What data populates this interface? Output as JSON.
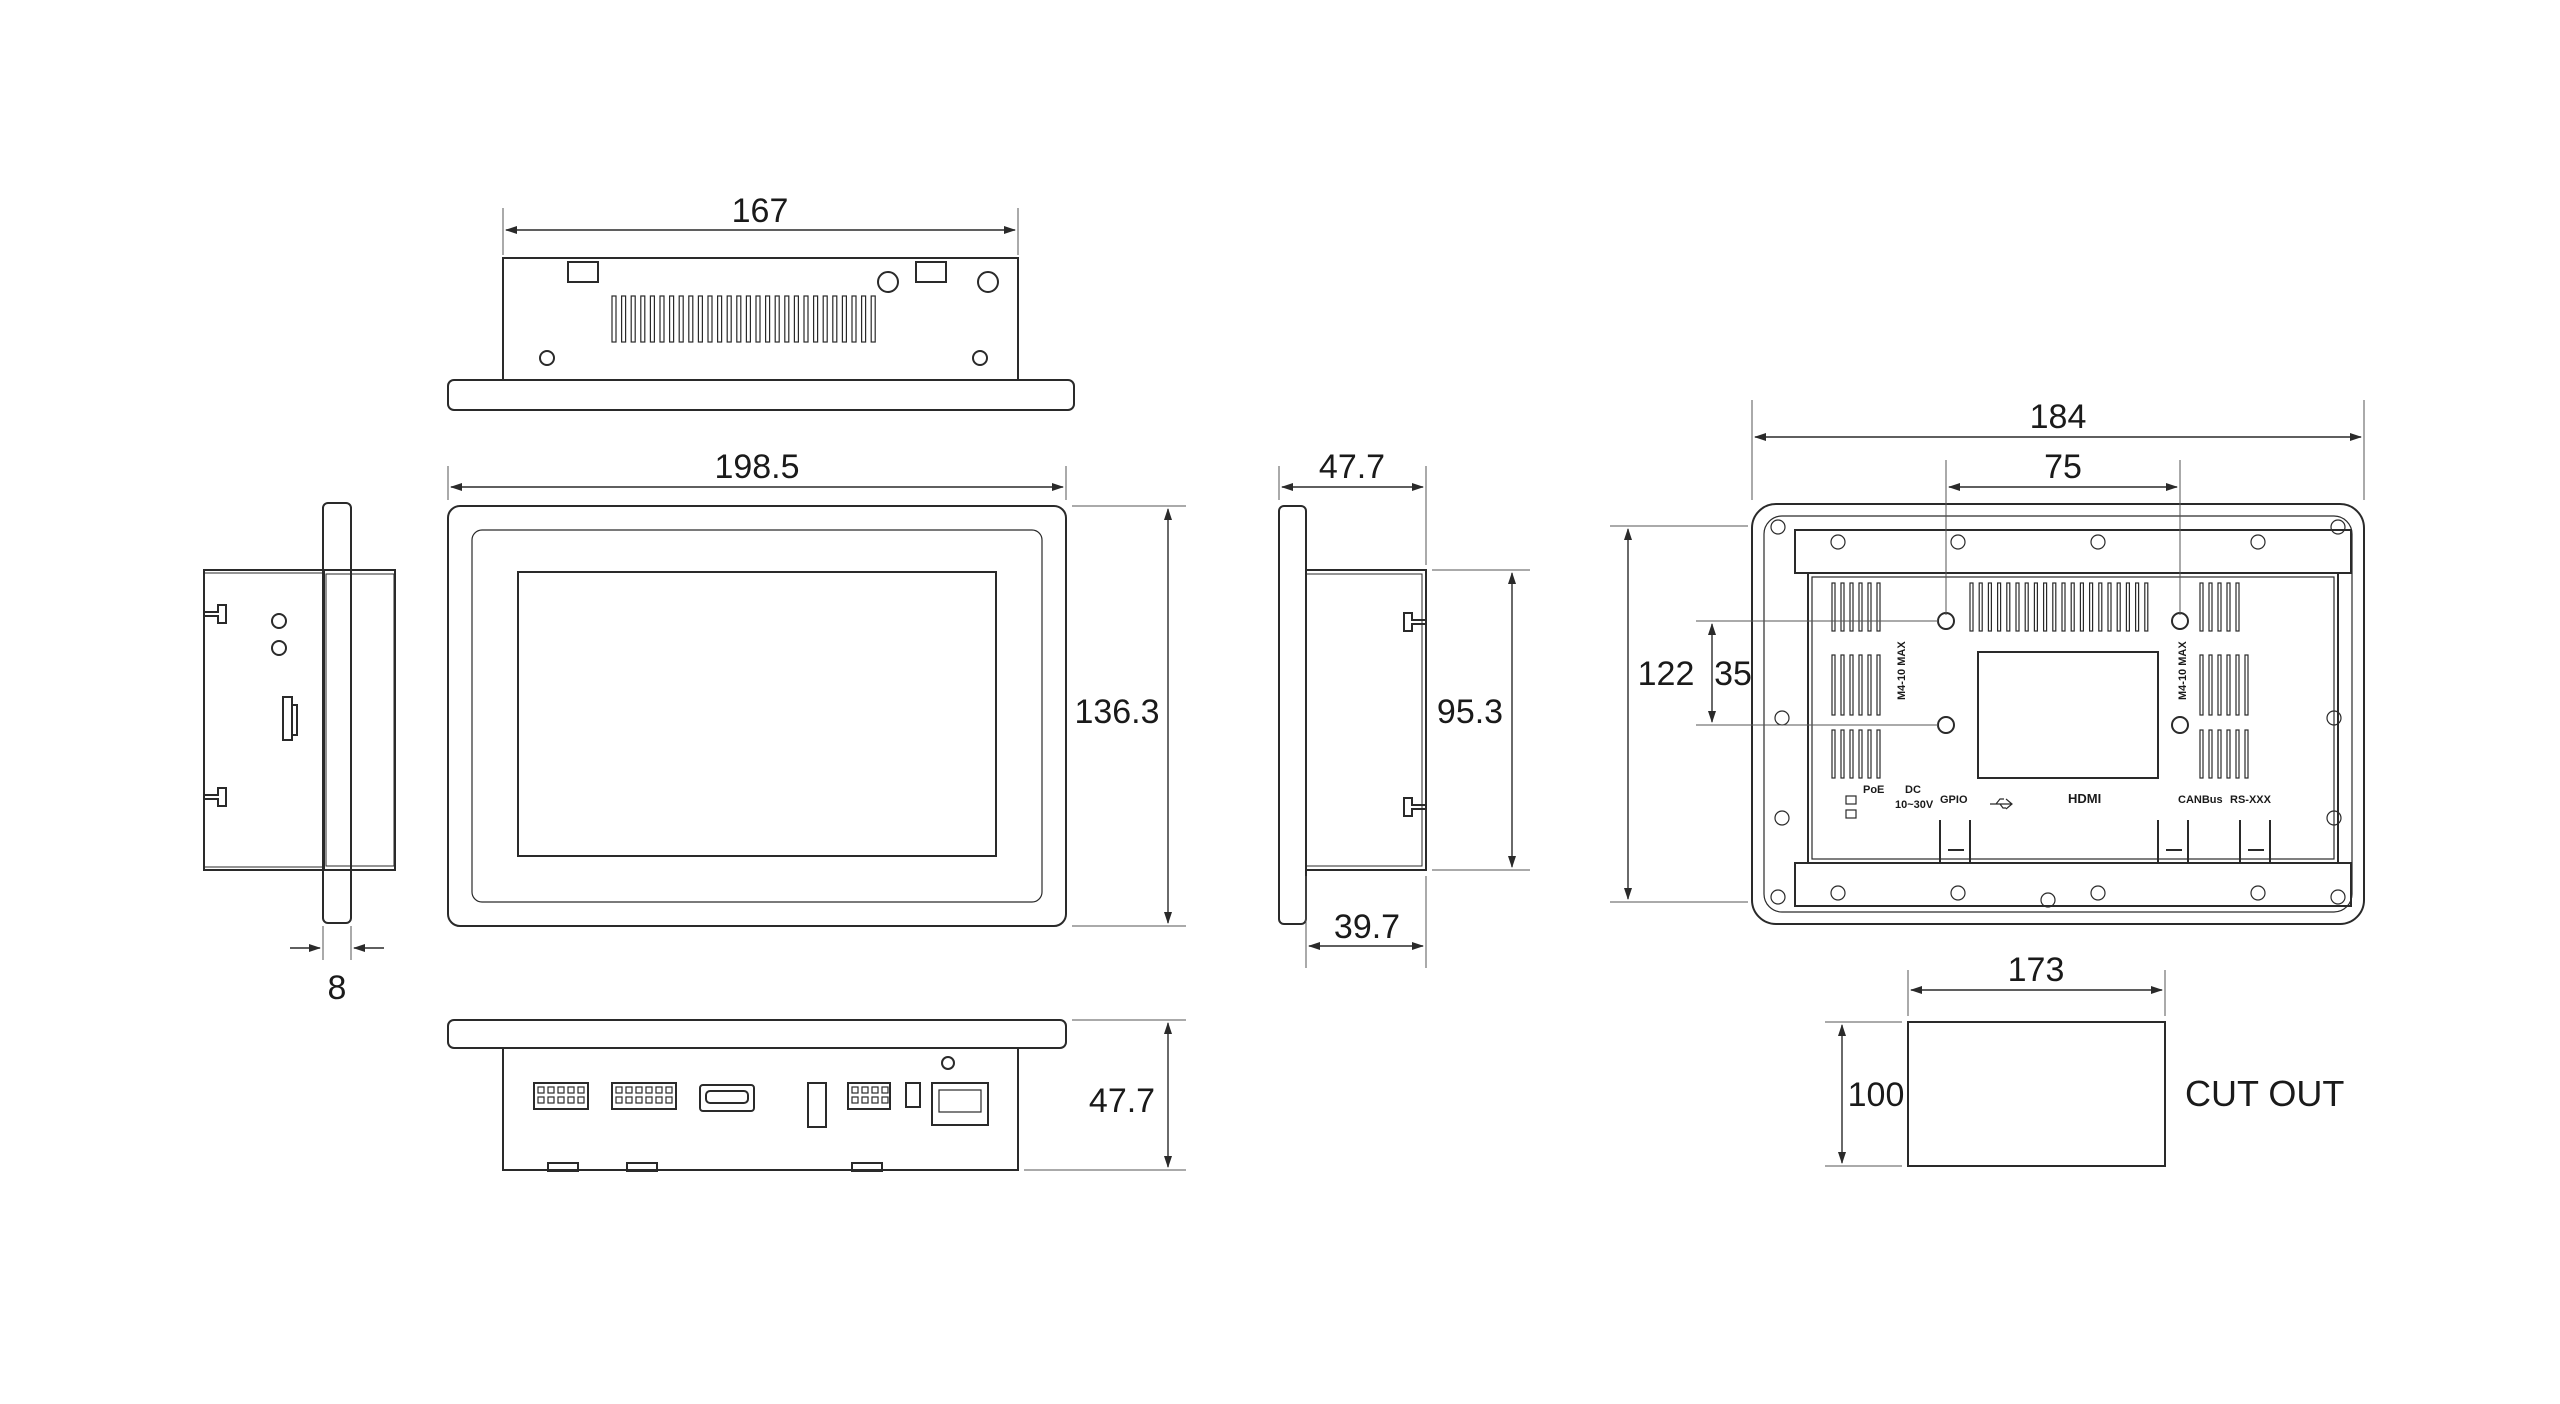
{
  "dimensions": {
    "top_width": "167",
    "front_width": "198.5",
    "front_height": "136.3",
    "side_depth": "47.7",
    "side_height": "95.3",
    "side_body": "39.7",
    "bottom_depth": "47.7",
    "bezel": "8",
    "rear_width": "184",
    "rear_vesa_h": "75",
    "rear_height": "122",
    "rear_vesa_v": "35",
    "cutout_width": "173",
    "cutout_height": "100"
  },
  "labels": {
    "cutout": "CUT OUT"
  },
  "port_labels": {
    "poe": "PoE",
    "dc": "DC",
    "dc_range": "10~30V",
    "gpio": "GPIO",
    "hdmi": "HDMI",
    "canbus": "CANBus",
    "rs": "RS-XXX",
    "vesa_left": "M4-10 MAX",
    "vesa_right": "M4-10 MAX"
  }
}
